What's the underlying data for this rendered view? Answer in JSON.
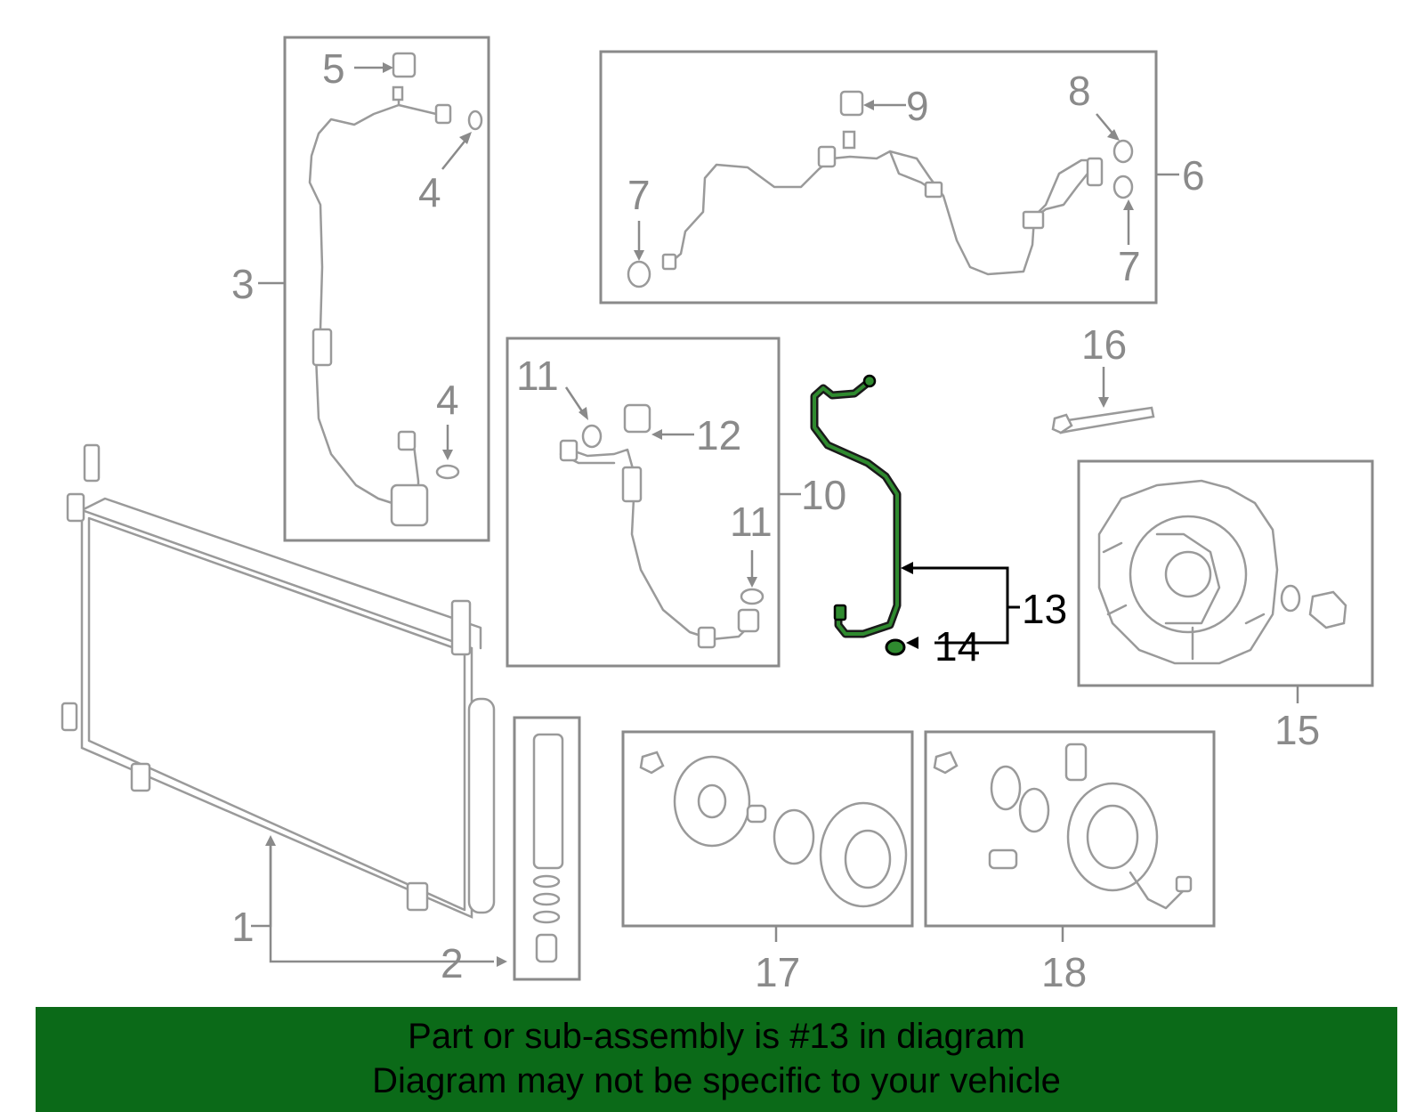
{
  "callouts": {
    "c1": "1",
    "c2": "2",
    "c3": "3",
    "c4a": "4",
    "c4b": "4",
    "c5": "5",
    "c6": "6",
    "c7a": "7",
    "c7b": "7",
    "c8": "8",
    "c9": "9",
    "c10": "10",
    "c11a": "11",
    "c11b": "11",
    "c12": "12",
    "c13": "13",
    "c14": "14",
    "c15": "15",
    "c16": "16",
    "c17": "17",
    "c18": "18"
  },
  "banner": {
    "line1": "Part or sub-assembly is #13 in diagram",
    "line2": "Diagram may not be specific to your vehicle"
  },
  "colors": {
    "highlight": "#2f8a2f",
    "banner": "#0b6a18",
    "parts_gray": "#8a8a8a"
  }
}
